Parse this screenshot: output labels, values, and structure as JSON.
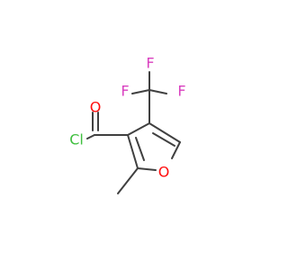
{
  "molecule": {
    "atoms": {
      "chlorine": {
        "label": "Cl",
        "color": "#3fbf3f"
      },
      "carbonyl_oxygen": {
        "label": "O",
        "color": "#ff0d0d"
      },
      "ring_oxygen": {
        "label": "O",
        "color": "#ff0d0d"
      },
      "fluorine_top": {
        "label": "F",
        "color": "#d93fbf"
      },
      "fluorine_left": {
        "label": "F",
        "color": "#d93fbf"
      },
      "fluorine_right": {
        "label": "F",
        "color": "#d93fbf"
      }
    },
    "bond_color": "#404040"
  }
}
